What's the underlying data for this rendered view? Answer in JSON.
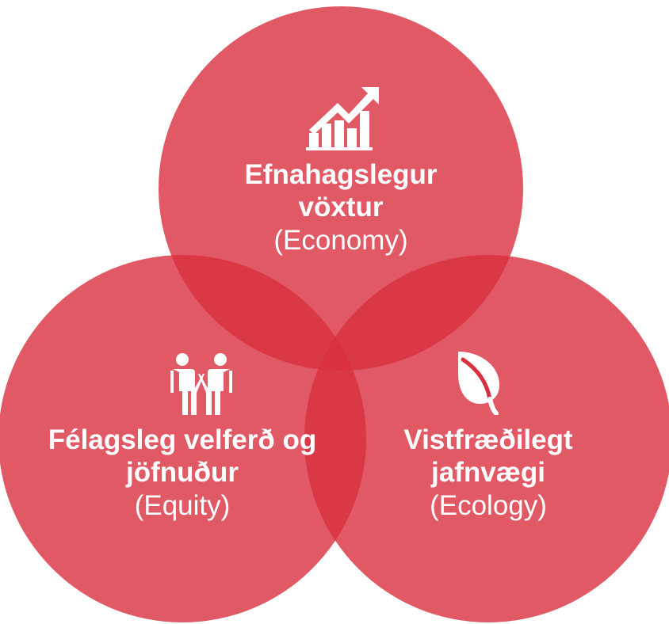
{
  "colors": {
    "circle_fill": "#d9303f",
    "text": "#ffffff"
  },
  "circles": {
    "economy": {
      "title": "Efnahagslegur vöxtur",
      "subtitle": "(Economy)",
      "icon": "growth-chart-icon"
    },
    "equity": {
      "title": "Félagsleg velferð og jöfnuður",
      "subtitle": "(Equity)",
      "icon": "people-icon"
    },
    "ecology": {
      "title": "Vistfræðilegt jafnvægi",
      "subtitle": "(Ecology)",
      "icon": "leaf-icon"
    }
  }
}
